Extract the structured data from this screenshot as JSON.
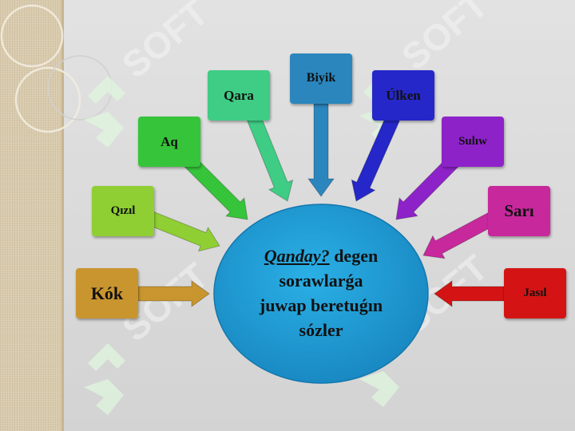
{
  "boxes": [
    {
      "label": "Kók",
      "color": "#c9952f"
    },
    {
      "label": "Qızıl",
      "color": "#8fcf33"
    },
    {
      "label": "Aq",
      "color": "#36c43a"
    },
    {
      "label": "Qara",
      "color": "#3fcc84"
    },
    {
      "label": "Biyik",
      "color": "#2b86bd"
    },
    {
      "label": "Úlken",
      "color": "#2527c9"
    },
    {
      "label": "Sulıw",
      "color": "#8e22c9"
    },
    {
      "label": "Sarı",
      "color": "#c7289c"
    },
    {
      "label": "Jasıl",
      "color": "#d41414"
    }
  ],
  "center": {
    "question": "Qanday?",
    "line1_rest": " degen",
    "line2": "sorawlarǵa",
    "line3": "juwap beretuǵın",
    "line4": "sózler",
    "color": "#1e9ad0"
  },
  "watermark": "SOFT"
}
